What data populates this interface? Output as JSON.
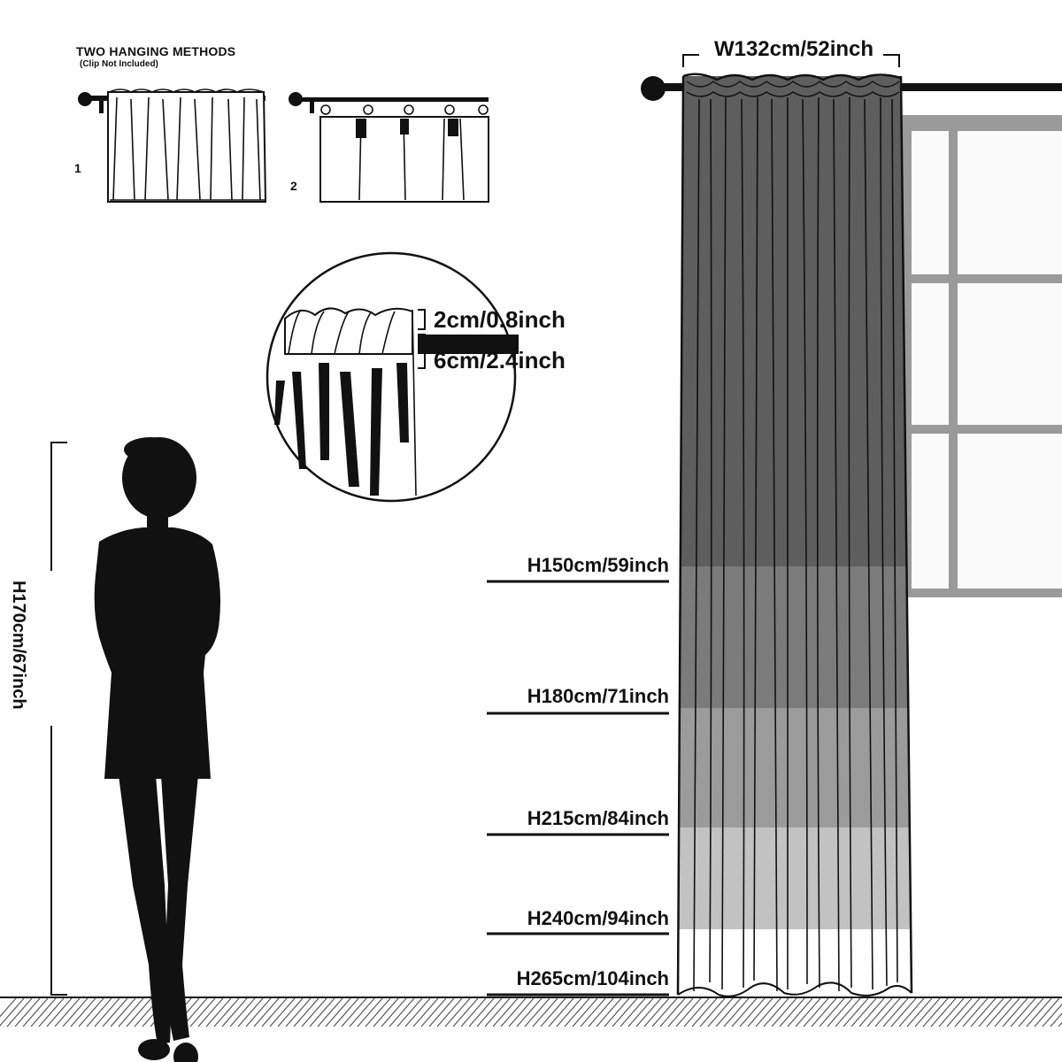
{
  "hanging_methods": {
    "title": "TWO HANGING METHODS",
    "subtitle": "(Clip Not Included)",
    "method_1_number": "1",
    "method_2_number": "2"
  },
  "curtain": {
    "width_label": "W132cm/52inch",
    "rod_pocket_top": "2cm/0.8inch",
    "rod_pocket_depth": "6cm/2.4inch",
    "heights": [
      {
        "label": "H150cm/59inch",
        "shade": "#5e5e5e"
      },
      {
        "label": "H180cm/71inch",
        "shade": "#7b7b7b"
      },
      {
        "label": "H215cm/84inch",
        "shade": "#9b9b9b"
      },
      {
        "label": "H240cm/94inch",
        "shade": "#c2c2c2"
      },
      {
        "label": "H265cm/104inch",
        "shade": "#ffffff"
      }
    ]
  },
  "person": {
    "height_label": "H170cm/67inch"
  },
  "colors": {
    "ink": "#111111",
    "window_frame": "#9a9a9a",
    "window_pane": "#fafafa"
  }
}
